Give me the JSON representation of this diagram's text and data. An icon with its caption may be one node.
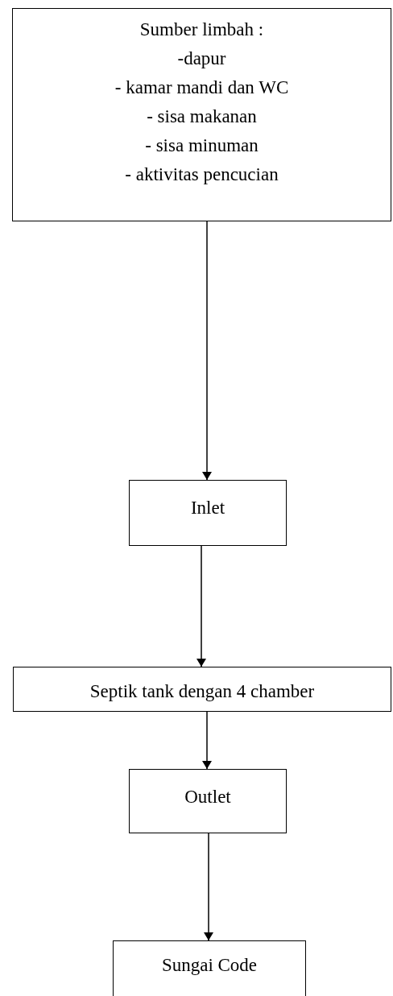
{
  "diagram": {
    "nodes": [
      {
        "text": [
          "Sumber limbah :",
          "-dapur",
          "- kamar mandi dan WC",
          "- sisa makanan",
          "- sisa minuman",
          "- aktivitas pencucian"
        ]
      },
      {
        "text": [
          "Inlet"
        ]
      },
      {
        "text": [
          "Septik tank dengan 4 chamber"
        ]
      },
      {
        "text": [
          "Outlet"
        ]
      },
      {
        "text": [
          "Sungai Code"
        ]
      }
    ],
    "edges": [
      {
        "from": 0,
        "to": 1,
        "arrow": "to"
      },
      {
        "from": 1,
        "to": 2,
        "arrow": "to"
      },
      {
        "from": 2,
        "to": 3,
        "arrow": "to"
      },
      {
        "from": 3,
        "to": 4,
        "arrow": "to"
      }
    ]
  }
}
